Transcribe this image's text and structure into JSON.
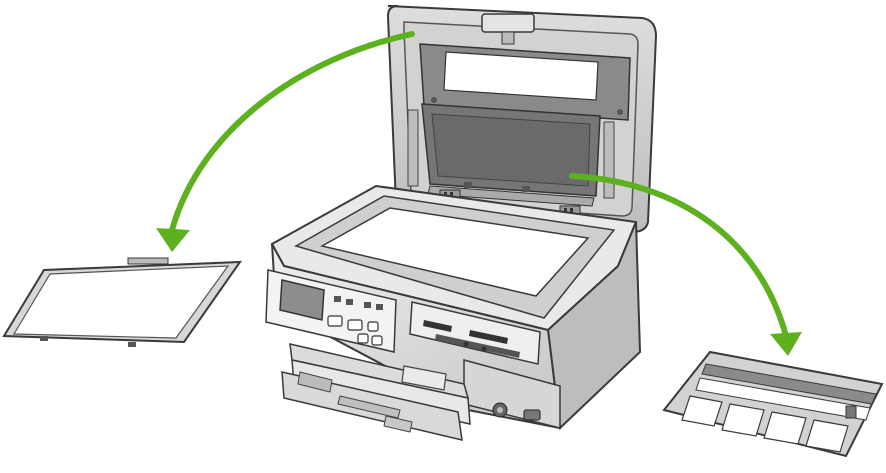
{
  "illustration": {
    "subject": "all-in-one-printer-scanner-lid-removal",
    "parts": [
      "printer-body",
      "scanner-lid",
      "lid-backing",
      "film-holder",
      "scanner-glass",
      "control-panel",
      "memory-card-slots",
      "photo-tray",
      "output-tray"
    ]
  },
  "colors": {
    "arrow": "#5DB11F",
    "outline": "#3a3a3a",
    "body_light": "#e6e6e6",
    "body_mid": "#c9c9c9",
    "body_dark": "#9a9a9a",
    "glass": "#ffffff",
    "lid_inner_dark": "#7a7a7a",
    "screen": "#8d8d8d"
  }
}
